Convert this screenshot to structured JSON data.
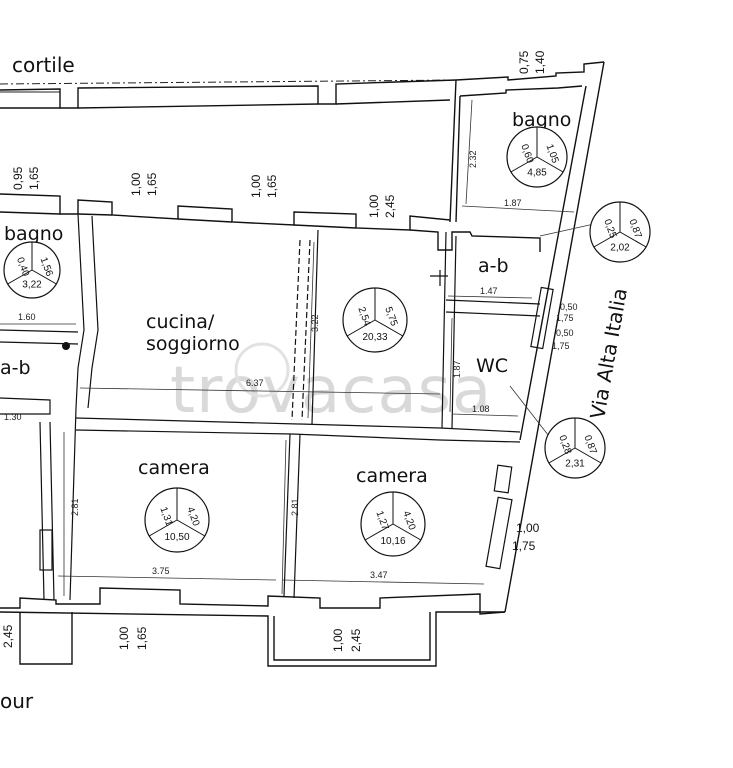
{
  "labels": {
    "courtyard": "cortile",
    "street": "Via Alta Italia",
    "bottom_fragment": "our",
    "watermark": "trovacasa"
  },
  "rooms": {
    "bagno_top": {
      "name": "bagno",
      "a": "0,60",
      "b": "1,05",
      "c": "4,85",
      "dim_w": "1.87",
      "dim_h": "2.32"
    },
    "bagno_left": {
      "name": "bagno",
      "a": "0,40",
      "b": "1,56",
      "c": "3,22",
      "dim_w": "1.60"
    },
    "ab_left": {
      "name": "a-b",
      "dim_w": "1.30"
    },
    "ab_right": {
      "name": "a-b",
      "dim_w": "1.47"
    },
    "wc": {
      "name": "WC",
      "dim_w": "1.08",
      "dim_h": "1.87"
    },
    "cucina": {
      "name_line1": "cucina/",
      "name_line2": "soggiorno",
      "a": "2,54",
      "b": "5,75",
      "c": "20,33",
      "dim_w": "6.37",
      "dim_h": "3.22"
    },
    "camera_left": {
      "name": "camera",
      "a": "1,31",
      "b": "4,20",
      "c": "10,50",
      "dim_w": "3.75",
      "dim_h": "2.81"
    },
    "camera_right": {
      "name": "camera",
      "a": "1,27",
      "b": "4,20",
      "c": "10,16",
      "dim_w": "3.47",
      "dim_h": "2.81"
    }
  },
  "external_circles": {
    "ab_right": {
      "a": "0,25",
      "b": "0,87",
      "c": "2,02"
    },
    "wc": {
      "a": "0,28",
      "b": "0,87",
      "c": "2,31"
    }
  },
  "windows": {
    "w_top_right": {
      "a": "0,75",
      "b": "1,40"
    },
    "w_left_top": {
      "a": "0,95",
      "b": "1,65"
    },
    "w_cucina_1": {
      "a": "1,00",
      "b": "1,65"
    },
    "w_cucina_2": {
      "a": "1,00",
      "b": "1,65"
    },
    "w_cucina_3": {
      "a": "1,00",
      "b": "2,45"
    },
    "w_right_1": {
      "a": "0,50",
      "b": "1,75"
    },
    "w_right_2": {
      "a": "0,50",
      "b": "1,75"
    },
    "w_right_3": {
      "a": "1,00",
      "b": "1,75"
    },
    "w_bottom_1": {
      "a": "1,00",
      "b": "1,65"
    },
    "w_bottom_2": {
      "a": "1,00",
      "b": "2,45"
    },
    "w_bottom_left": {
      "a": "2,45"
    }
  }
}
